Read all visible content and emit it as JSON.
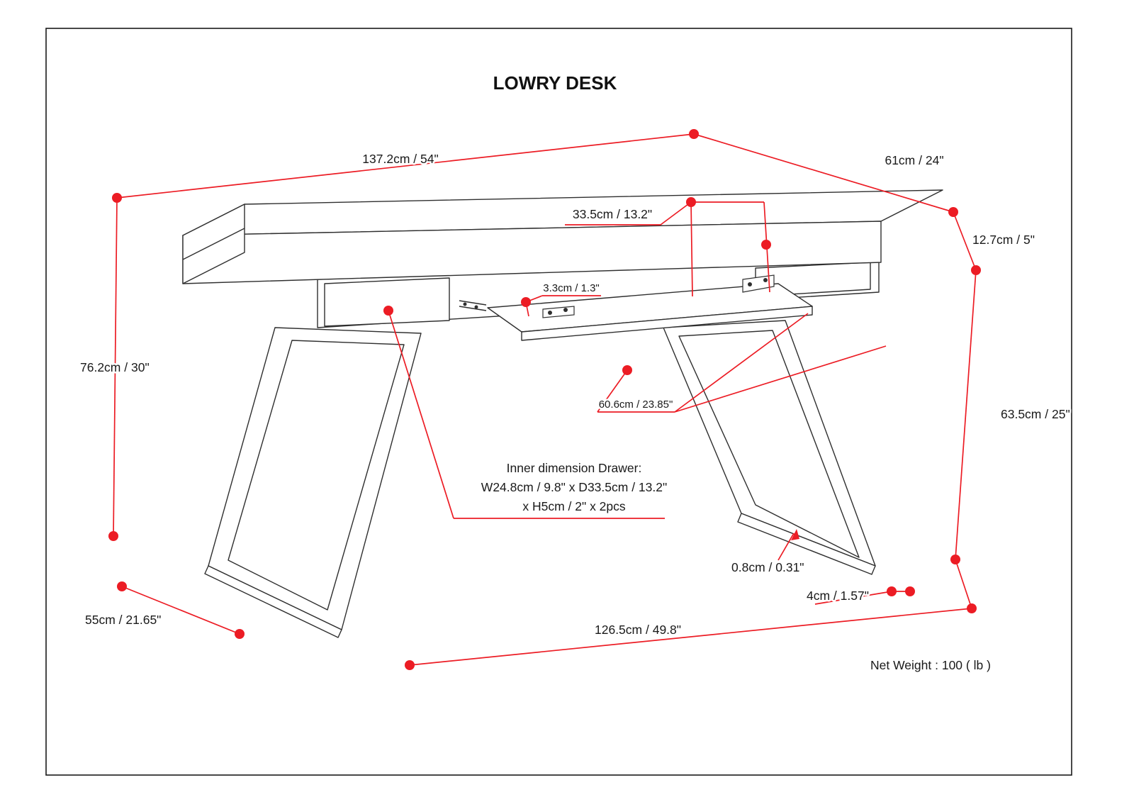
{
  "title": "LOWRY DESK",
  "dimensions": {
    "top_width": "137.2cm / 54\"",
    "top_depth": "61cm / 24\"",
    "top_thickness": "12.7cm / 5\"",
    "overall_height": "76.2cm / 30\"",
    "clearance_height": "63.5cm / 25\"",
    "tray_inset_depth": "33.5cm / 13.2\"",
    "tray_gap": "3.3cm / 1.3\"",
    "tray_width": "60.6cm / 23.85\"",
    "leg_tube_thickness": "0.8cm / 0.31\"",
    "leg_tube_width": "4cm / 1.57\"",
    "base_width": "126.5cm / 49.8\"",
    "foot_depth": "55cm / 21.65\""
  },
  "drawer_note": {
    "line1": "Inner dimension Drawer:",
    "line2": "W24.8cm / 9.8\" x D33.5cm / 13.2\"",
    "line3": "x H5cm / 2\" x 2pcs"
  },
  "net_weight": "Net Weight : 100 ( lb )",
  "colors": {
    "dimension_red": "#ec1c24",
    "drawing_black": "#2f2f2f"
  }
}
